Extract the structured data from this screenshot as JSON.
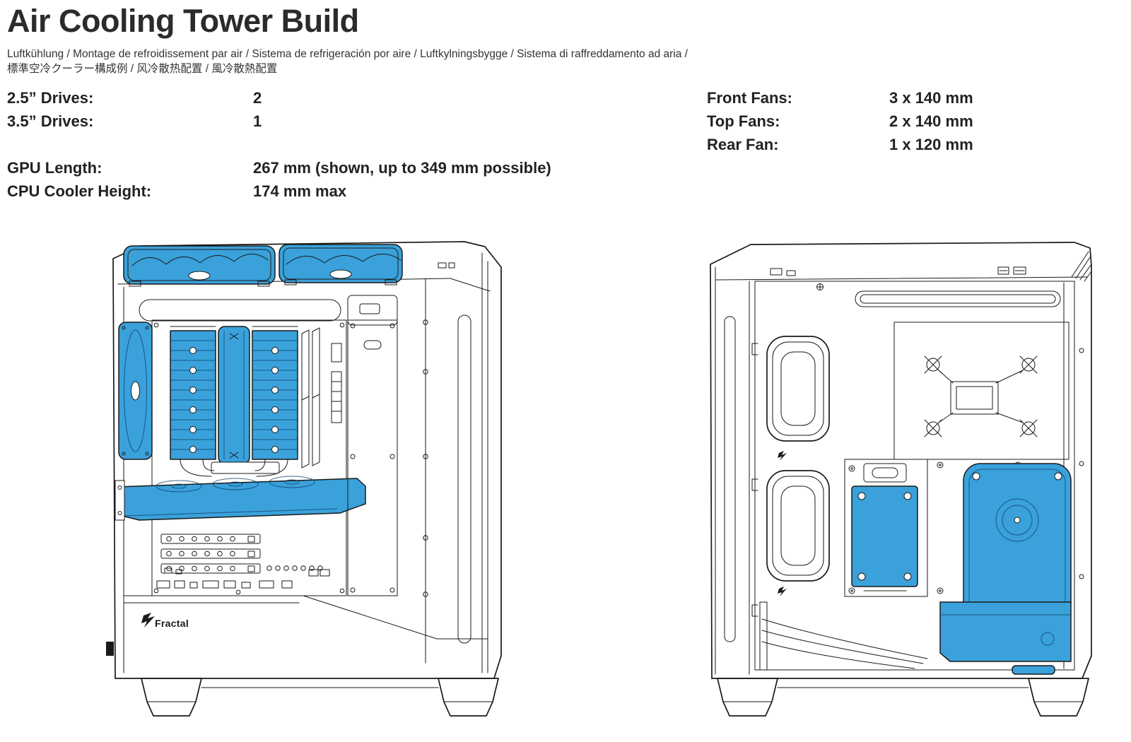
{
  "colors": {
    "highlight_blue": "#3aa1db"
  },
  "header": {
    "title": "Air Cooling Tower Build",
    "subtitle_line1": "Luftkühlung / Montage de refroidissement par air / Sistema de refrigeración por aire / Luftkylningsbygge / Sistema di raffreddamento ad aria /",
    "subtitle_line2": "標準空冷クーラー構成例 / 风冷散热配置 / 風冷散熱配置"
  },
  "specs_left": {
    "drives_25": {
      "label": "2.5” Drives:",
      "value": "2"
    },
    "drives_35": {
      "label": "3.5” Drives:",
      "value": "1"
    },
    "gpu_length": {
      "label": "GPU Length:",
      "value": "267 mm (shown, up to 349 mm possible)"
    },
    "cpu_cooler_height": {
      "label": "CPU Cooler Height:",
      "value": "174 mm max"
    }
  },
  "specs_right": {
    "front_fans": {
      "label": "Front Fans:",
      "value": "3 x 140 mm"
    },
    "top_fans": {
      "label": "Top Fans:",
      "value": "2 x 140 mm"
    },
    "rear_fan": {
      "label": "Rear Fan:",
      "value": "1 x 120 mm"
    }
  },
  "diagram": {
    "logo_text": "Fractal"
  }
}
